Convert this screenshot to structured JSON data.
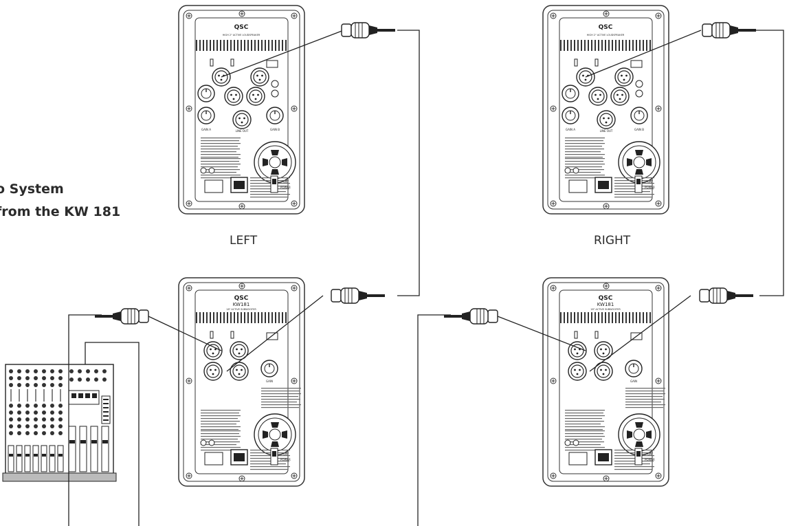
{
  "heading": {
    "line1": "o System",
    "line2": "from the KW 181"
  },
  "labels": {
    "left": "LEFT",
    "right": "RIGHT"
  },
  "panels": {
    "top_brand": "QSC",
    "top_subtitle": "HIGH 2\" ACTIVE LOUDSPEAKER",
    "bottom_brand": "QSC",
    "bottom_model": "KW181",
    "bottom_subtitle": "18\" ACTIVE SUBWOOFER",
    "power_label": "POWER",
    "on_label": "ON",
    "gain_label": "GAIN",
    "gain_a": "GAIN A",
    "gain_b": "GAIN B",
    "line_out": "LINE OUT"
  },
  "colors": {
    "line": "#222222",
    "panel_frame": "#444444",
    "title": "#2b2b2b"
  }
}
